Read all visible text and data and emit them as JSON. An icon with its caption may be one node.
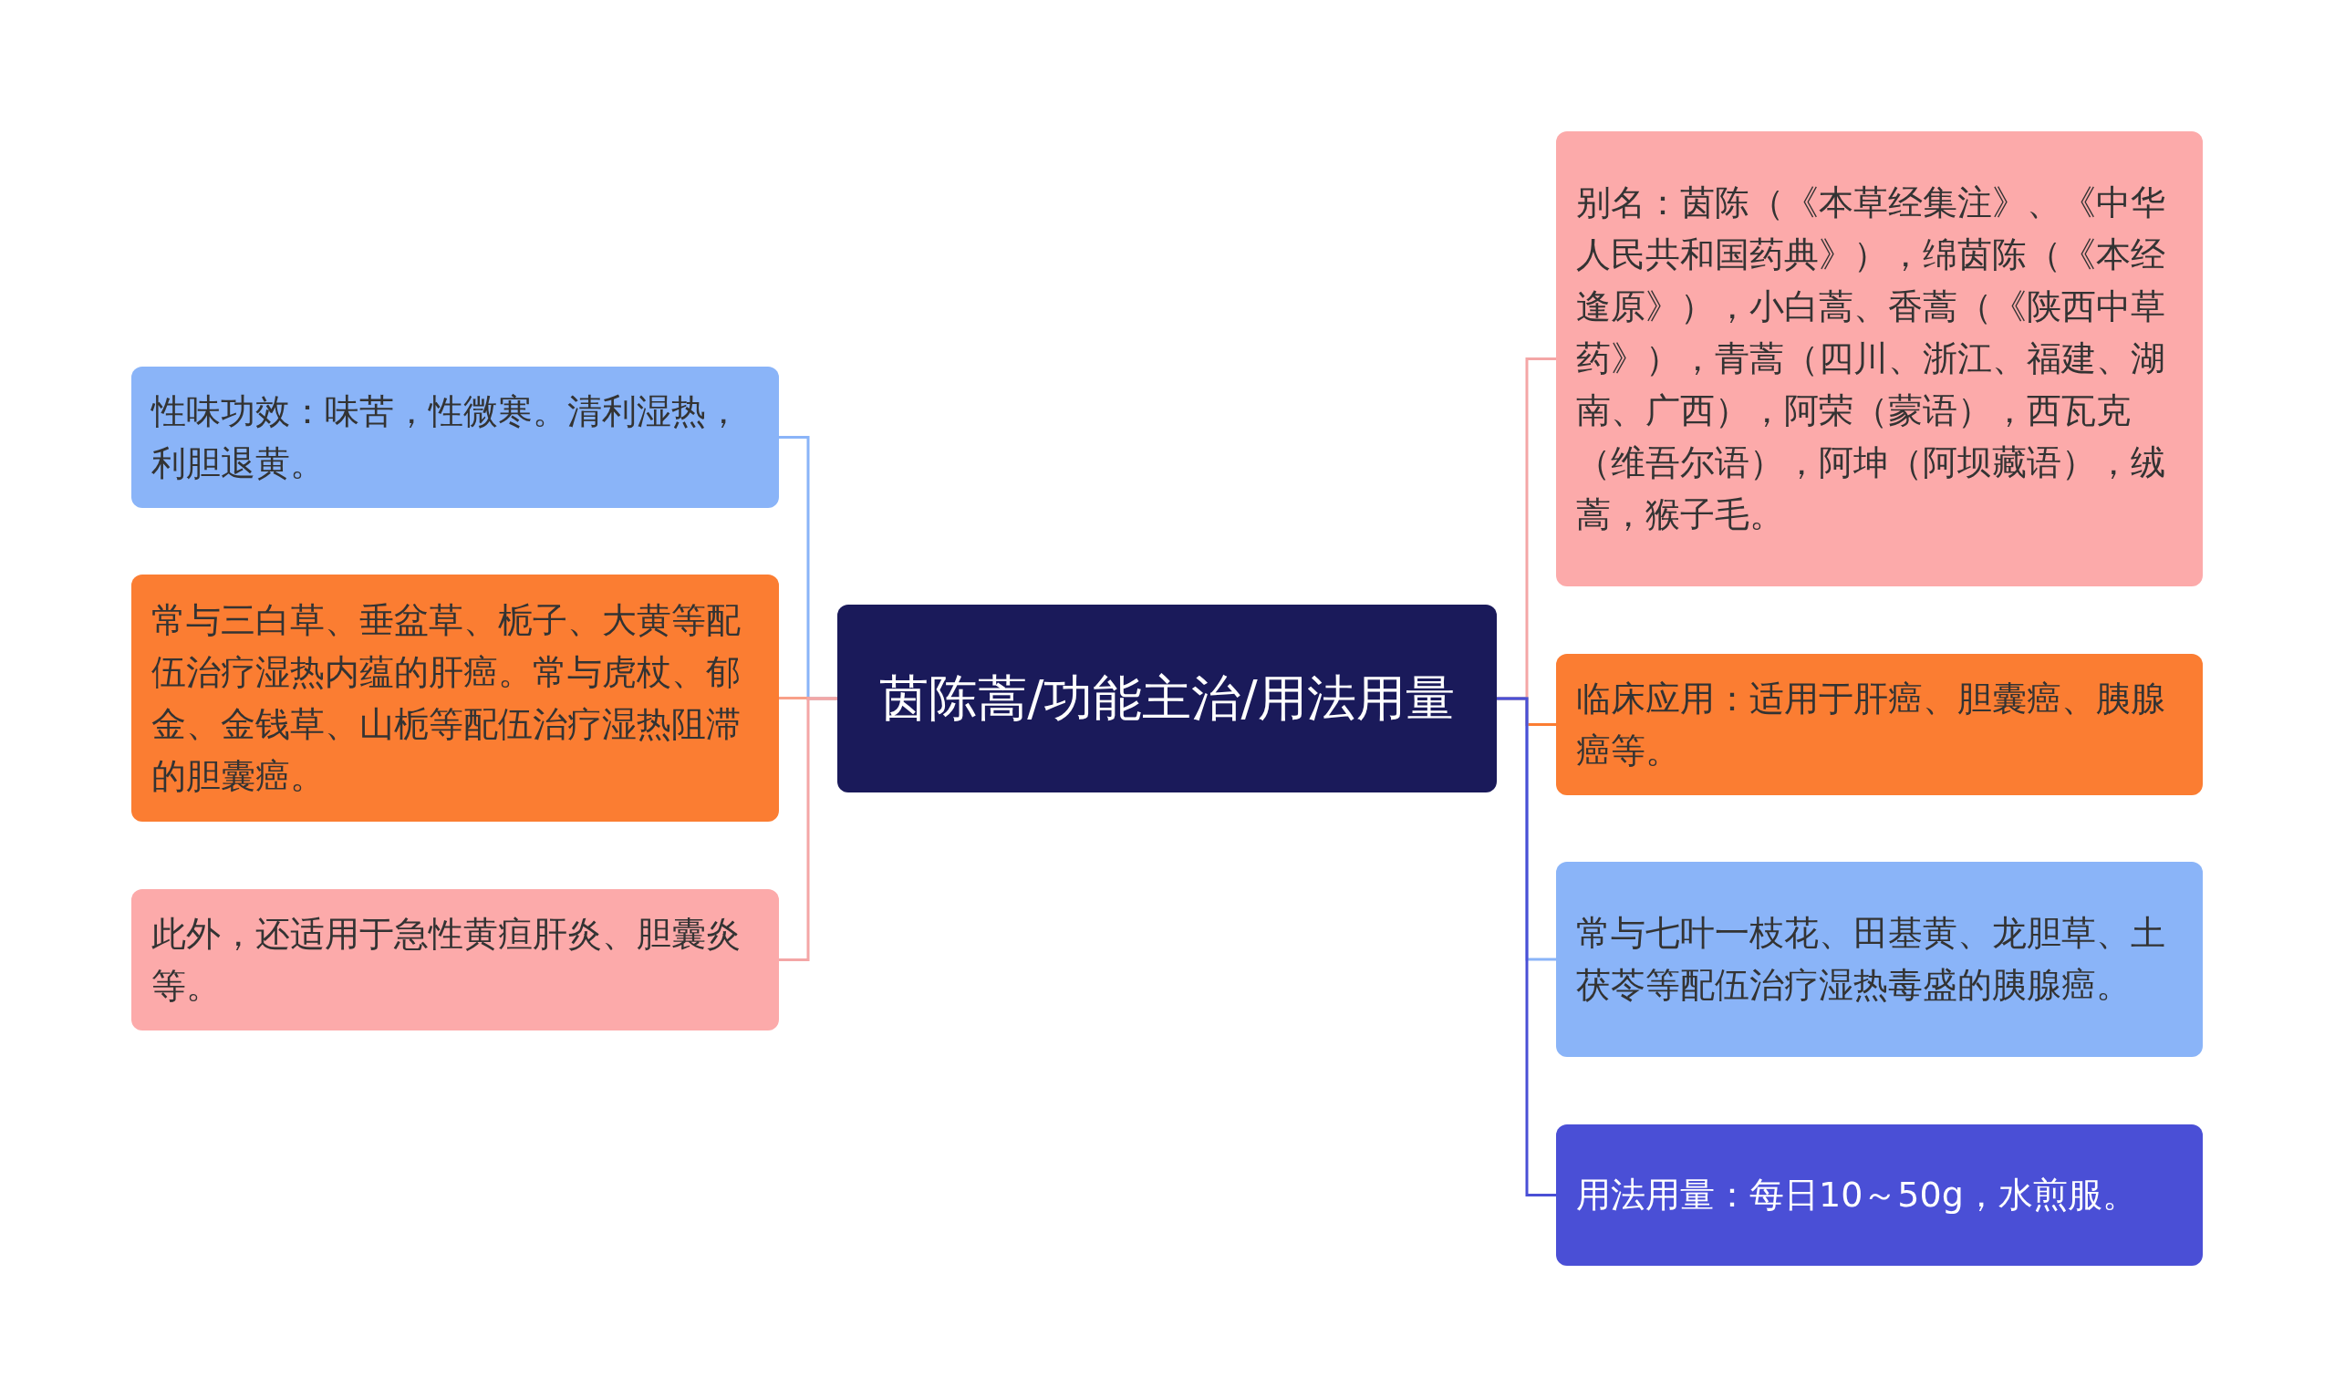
{
  "diagram": {
    "nodes": [
      {
        "text": [
          "茵陈蒿/功能主治/用法用量"
        ]
      },
      {
        "text": [
          "性味功效：味苦，性微寒。清利湿热，利胆退黄。"
        ]
      },
      {
        "text": [
          "常与三白草、垂盆草、栀子、大黄等配伍治疗湿热内蕴的肝癌。常与虎杖、郁金、金钱草、山栀等配伍治疗湿热阻滞的胆囊癌。"
        ]
      },
      {
        "text": [
          "此外，还适用于急性黄疸肝炎、胆囊炎等。"
        ]
      },
      {
        "text": [
          "别名：茵陈（《本草经集注》、《中华人民共和国药典》），绵茵陈（《本经逢原》），小白蒿、香蒿（《陕西中草药》），青蒿（四川、浙江、福建、湖南、广西），阿荣（蒙语），西瓦克（维吾尔语），阿坤（阿坝藏语），绒蒿，猴子毛。"
        ]
      },
      {
        "text": [
          "临床应用：适用于肝癌、胆囊癌、胰腺癌等。"
        ]
      },
      {
        "text": [
          "常与七叶一枝花、田基黄、龙胆草、土茯苓等配伍治疗湿热毒盛的胰腺癌。"
        ]
      },
      {
        "text": [
          "用法用量：每日10～50g，水煎服。"
        ]
      }
    ],
    "edges": [
      {
        "from": 0,
        "to": 1,
        "arrow": "none",
        "color": "#8ab4f8"
      },
      {
        "from": 0,
        "to": 2,
        "arrow": "none",
        "color": "#f8a088"
      },
      {
        "from": 0,
        "to": 3,
        "arrow": "none",
        "color": "#f4a6a6"
      },
      {
        "from": 0,
        "to": 4,
        "arrow": "none",
        "color": "#f4a6a6"
      },
      {
        "from": 0,
        "to": 5,
        "arrow": "none",
        "color": "#fb7d32"
      },
      {
        "from": 0,
        "to": 6,
        "arrow": "none",
        "color": "#8ab4f8"
      },
      {
        "from": 0,
        "to": 7,
        "arrow": "none",
        "color": "#4a4fd6"
      }
    ]
  }
}
